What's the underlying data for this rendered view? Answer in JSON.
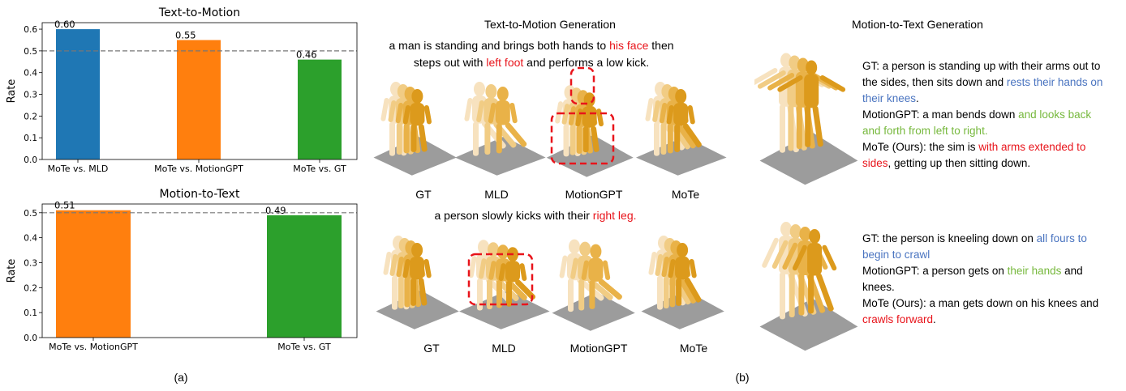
{
  "chart_data": [
    {
      "type": "bar",
      "title": "Text-to-Motion",
      "ylabel": "Rate",
      "categories": [
        "MoTe vs. MLD",
        "MoTe vs. MotionGPT",
        "MoTe vs. GT"
      ],
      "values": [
        0.6,
        0.55,
        0.46
      ],
      "value_labels": [
        "0.60",
        "0.55",
        "0.46"
      ],
      "colors": [
        "#1f77b4",
        "#ff7f0e",
        "#2ca02c"
      ],
      "ylim": [
        0,
        0.63
      ],
      "yticks": [
        "0.0",
        "0.1",
        "0.2",
        "0.3",
        "0.4",
        "0.5",
        "0.6"
      ],
      "reference_line": 0.5
    },
    {
      "type": "bar",
      "title": "Motion-to-Text",
      "ylabel": "Rate",
      "categories": [
        "MoTe vs. MotionGPT",
        "MoTe vs. GT"
      ],
      "values": [
        0.51,
        0.49
      ],
      "value_labels": [
        "0.51",
        "0.49"
      ],
      "colors": [
        "#ff7f0e",
        "#2ca02c"
      ],
      "ylim": [
        0,
        0.535
      ],
      "yticks": [
        "0.0",
        "0.1",
        "0.2",
        "0.3",
        "0.4",
        "0.5"
      ],
      "reference_line": 0.5
    }
  ],
  "captions": {
    "a": "(a)",
    "b": "(b)"
  },
  "t2m": {
    "title": "Text-to-Motion Generation",
    "prompt1": [
      {
        "t": "a man is standing and brings both hands to ",
        "c": "black"
      },
      {
        "t": "his face",
        "c": "red"
      },
      {
        "t": " then",
        "c": "black"
      },
      {
        "t": "\n",
        "c": "black"
      },
      {
        "t": "steps out with ",
        "c": "black"
      },
      {
        "t": "left foot",
        "c": "red"
      },
      {
        "t": " and performs a low kick.",
        "c": "black"
      }
    ],
    "prompt2": [
      {
        "t": "a person slowly kicks with their ",
        "c": "black"
      },
      {
        "t": "right leg.",
        "c": "red"
      }
    ],
    "labels_row1": [
      "GT",
      "MLD",
      "MotionGPT",
      "MoTe"
    ],
    "labels_row2": [
      "GT",
      "MLD",
      "MotionGPT",
      "MoTe"
    ]
  },
  "m2t": {
    "title": "Motion-to-Text Generation",
    "block1": [
      {
        "t": "GT: a person is standing up with their arms out to the sides, then sits down and ",
        "c": "black"
      },
      {
        "t": "rests their hands on their knees",
        "c": "blue"
      },
      {
        "t": ".",
        "c": "black"
      },
      {
        "t": "\n",
        "c": "black"
      },
      {
        "t": "MotionGPT: a man bends down ",
        "c": "black"
      },
      {
        "t": "and looks back and forth from left to right.",
        "c": "green"
      },
      {
        "t": "\n",
        "c": "black"
      },
      {
        "t": "MoTe (Ours): the sim is ",
        "c": "black"
      },
      {
        "t": "with arms extended to sides",
        "c": "red"
      },
      {
        "t": ", getting up then sitting down.",
        "c": "black"
      }
    ],
    "block2": [
      {
        "t": "GT: the person is kneeling down on ",
        "c": "black"
      },
      {
        "t": "all fours to begin to crawl",
        "c": "blue"
      },
      {
        "t": "\n",
        "c": "black"
      },
      {
        "t": "MotionGPT: a person gets on ",
        "c": "black"
      },
      {
        "t": "their hands",
        "c": "green"
      },
      {
        "t": " and knees.",
        "c": "black"
      },
      {
        "t": "\n",
        "c": "black"
      },
      {
        "t": "MoTe (Ours): a man gets down on his knees and ",
        "c": "black"
      },
      {
        "t": "crawls forward",
        "c": "red"
      },
      {
        "t": ".",
        "c": "black"
      }
    ]
  },
  "text_colors": {
    "black": "#000000",
    "red": "#e8141b",
    "blue": "#4a74c0",
    "green": "#76b83c"
  }
}
